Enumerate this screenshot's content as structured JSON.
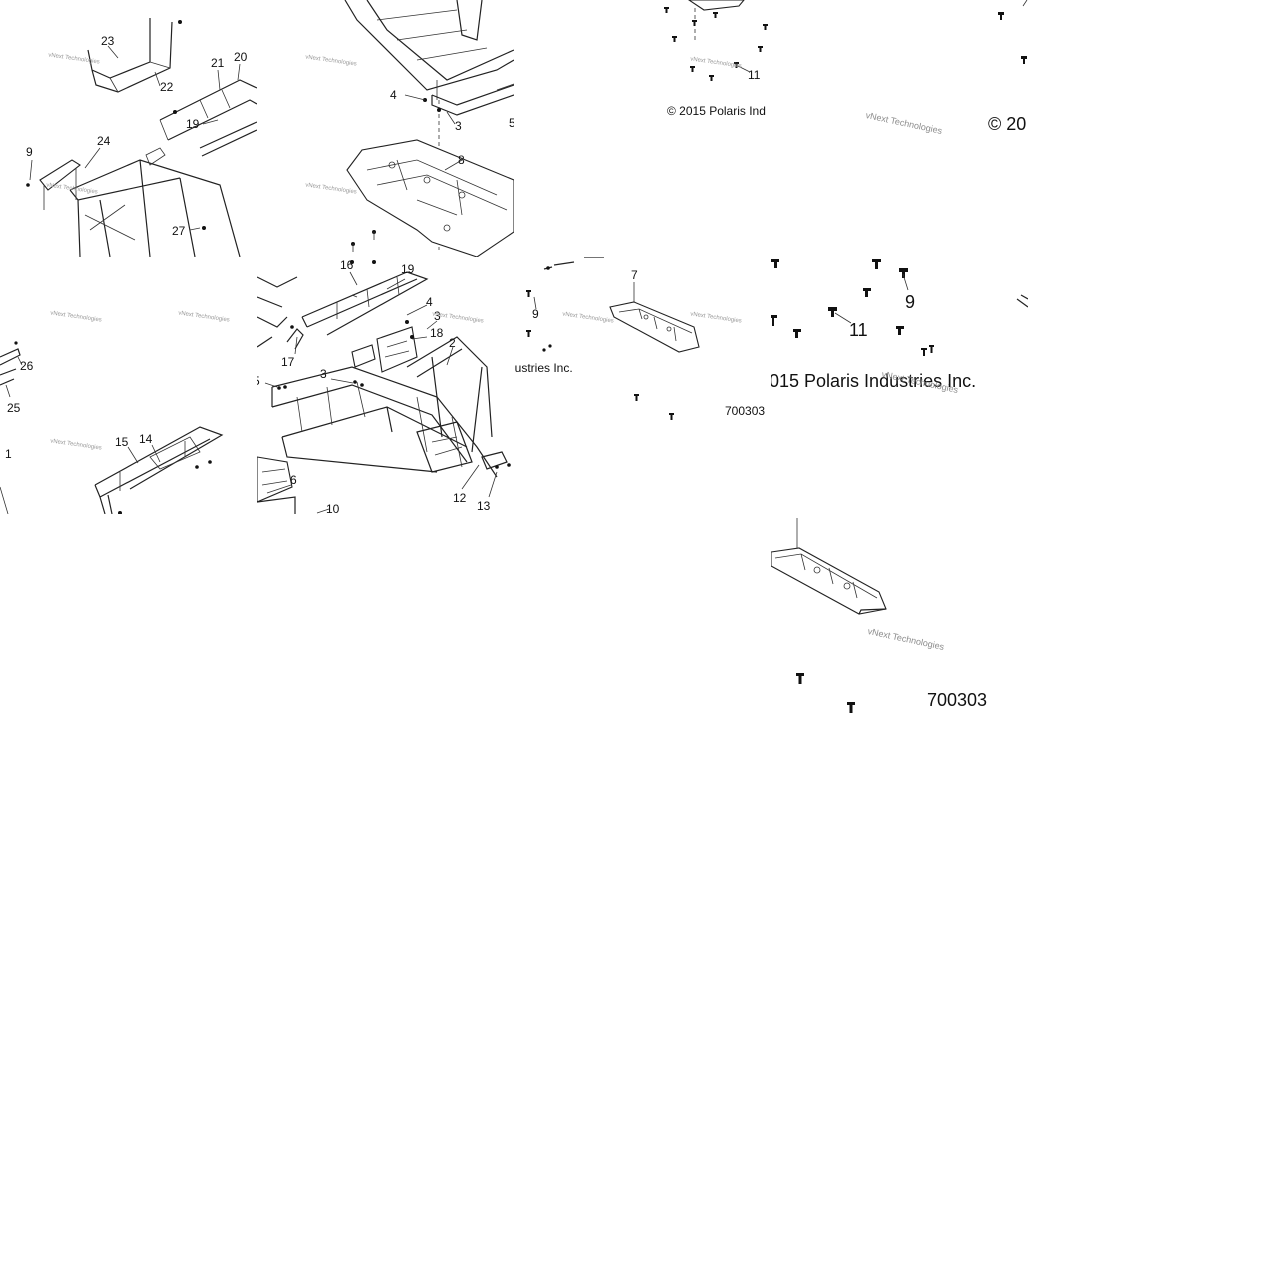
{
  "tile_a": {
    "callouts": [
      "23",
      "20",
      "21",
      "22",
      "19",
      "9",
      "24",
      "27"
    ],
    "watermarks": [
      "vNext Technologies",
      "vNext Technologies"
    ]
  },
  "tile_b": {
    "callouts": [
      "4",
      "3",
      "5",
      "8"
    ],
    "watermarks": [
      "vNext Technologies",
      "vNext Technologies"
    ]
  },
  "tile_c": {
    "callouts": [
      "11"
    ],
    "copyright": "© 2015 Polaris Ind",
    "watermarks": [
      "vNext Technologies"
    ]
  },
  "tile_d": {
    "copyright": "© 20",
    "watermarks": [
      "vNext Technologies"
    ]
  },
  "tile_e": {
    "callouts": [
      "26",
      "25",
      "1",
      "15",
      "14"
    ],
    "watermarks": [
      "vNext Technologies",
      "vNext Technologies",
      "vNext Technologies"
    ]
  },
  "tile_f": {
    "callouts": [
      "16",
      "19",
      "4",
      "3",
      "18",
      "2",
      "17",
      "3",
      "5",
      "6",
      "10",
      "12",
      "13"
    ],
    "watermarks": [
      "vNext Technologies"
    ]
  },
  "tile_g": {
    "callouts": [
      "7",
      "9"
    ],
    "copyright": "lustries Inc.",
    "part_code": "700303",
    "watermarks": [
      "vNext Technologies",
      "vNext Technologies"
    ]
  },
  "tile_h": {
    "callouts": [
      "9",
      "11"
    ],
    "copyright": "015 Polaris Industries Inc.",
    "watermarks": [
      "vNext Technologies"
    ]
  },
  "tile_i": {
    "part_code": "700303",
    "watermarks": [
      "vNext Technologies"
    ]
  }
}
